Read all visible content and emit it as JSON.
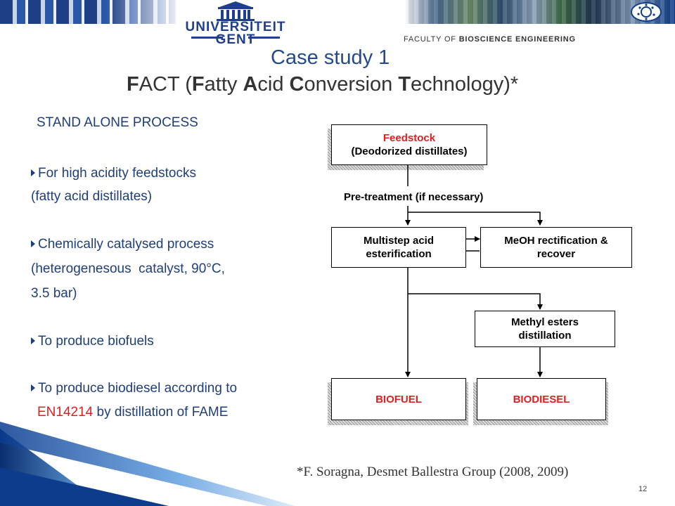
{
  "header": {
    "university_line1": "UNIVERSITEIT",
    "university_line2": "GENT",
    "faculty_prefix": "FACULTY OF ",
    "faculty_bold": "BIOSCIENCE ENGINEERING"
  },
  "title": {
    "line1": "Case study 1",
    "line2_parts": [
      {
        "text": "F",
        "bold": true
      },
      {
        "text": "ACT (",
        "bold": false
      },
      {
        "text": "F",
        "bold": true
      },
      {
        "text": "atty ",
        "bold": false
      },
      {
        "text": "A",
        "bold": true
      },
      {
        "text": "cid ",
        "bold": false
      },
      {
        "text": "C",
        "bold": true
      },
      {
        "text": "onversion ",
        "bold": false
      },
      {
        "text": "T",
        "bold": true
      },
      {
        "text": "echnology)*",
        "bold": false
      }
    ]
  },
  "left_text": {
    "heading": "STAND ALONE PROCESS",
    "bullet1_line1": "For high acidity feedstocks",
    "bullet1_line2": "(fatty acid distillates)",
    "bullet2_line1": "Chemically catalysed process",
    "bullet2_line2": "(heterogenesous  catalyst, 90°C,",
    "bullet2_line3": "3.5 bar)",
    "bullet3_line1": "To produce biofuels",
    "bullet4_line1": "To produce biodiesel according to",
    "bullet4_line2_red": "EN14214",
    "bullet4_line2_rest": " by distillation of FAME"
  },
  "diagram": {
    "feedstock_line1": "Feedstock",
    "feedstock_line2": "(Deodorized distillates)",
    "pretreatment": "Pre-treatment (if necessary)",
    "multistep_line1": "Multistep acid",
    "multistep_line2": "esterification",
    "meoh_line1": "MeOH rectification &",
    "meoh_line2": "recover",
    "methyl_line1": "Methyl esters",
    "methyl_line2": "distillation",
    "biofuel": "BIOFUEL",
    "biodiesel": "BIODIESEL"
  },
  "footer": {
    "citation": "*F. Soragna, Desmet Ballestra Group (2008, 2009)",
    "page_number": "12"
  },
  "colors": {
    "title_blue": "#244a8c",
    "text_blue": "#1f3e7a",
    "highlight_red": "#e01e1e"
  }
}
